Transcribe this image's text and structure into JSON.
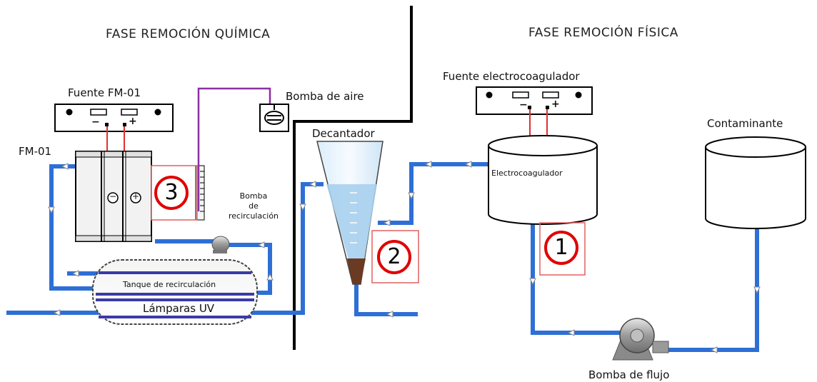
{
  "phases": {
    "chemical": "FASE REMOCIÓN QUÍMICA",
    "physical": "FASE REMOCIÓN FÍSICA"
  },
  "labels": {
    "fuente_fm01": "Fuente FM-01",
    "bomba_aire": "Bomba de aire",
    "fm01": "FM-01",
    "decantador": "Decantador",
    "fuente_electro": "Fuente electrocoagulador",
    "electrocoagulador": "Electrocoagulador",
    "contaminante": "Contaminante",
    "bomba_recirc_1": "Bomba",
    "bomba_recirc_2": "de",
    "bomba_recirc_3": "recirculación",
    "tanque": "Tanque de recirculación",
    "lamparas": "Lámparas UV",
    "bomba_flujo": "Bomba de flujo"
  },
  "markers": {
    "m1": "1",
    "m2": "2",
    "m3": "3"
  },
  "electrodes": {
    "negative": "−",
    "positive": "+"
  },
  "colors": {
    "pipe": "#2e6fd6",
    "air_line": "#8b2fa0",
    "wire": "#e03030",
    "marker_circle": "#e00000",
    "marker_box": "#e06060",
    "water": "#a9d0ee",
    "sludge": "#6b3a22"
  }
}
